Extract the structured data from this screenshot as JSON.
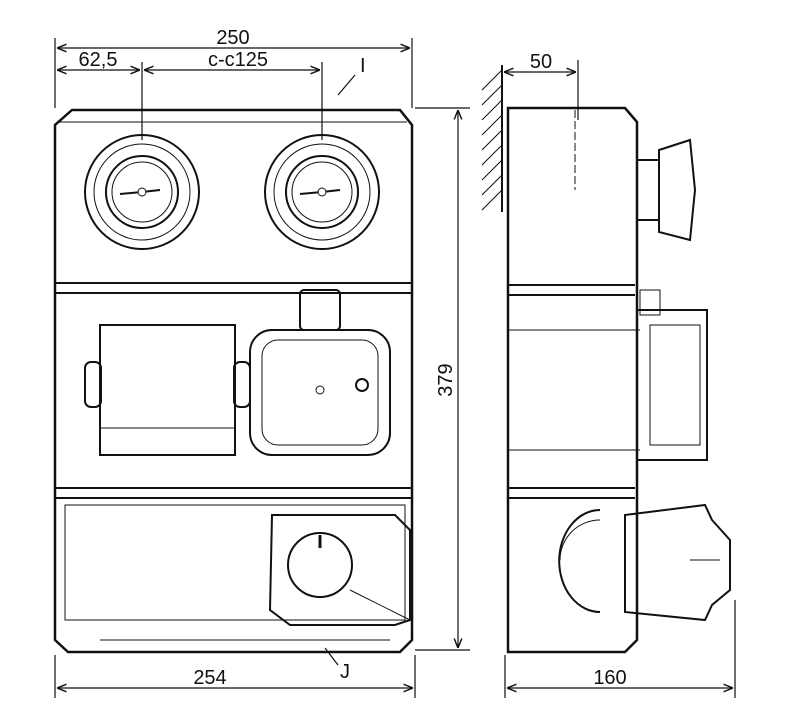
{
  "front_view": {
    "width_top": "250",
    "offset_left": "62,5",
    "center_distance": "c-c125",
    "height": "379",
    "width_bottom": "254",
    "callout_top": "I",
    "callout_bottom": "J"
  },
  "side_view": {
    "wall_offset": "50",
    "depth": "160"
  }
}
